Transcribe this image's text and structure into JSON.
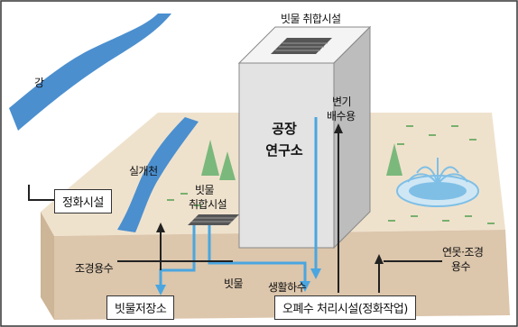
{
  "labels": {
    "rain_collection_top": "빗물 취합시설",
    "river": "강",
    "factory": "공장",
    "research": "연구소",
    "toilet_flush_line1": "변기",
    "toilet_flush_line2": "배수용",
    "stream": "실개천",
    "rain_collection_ground_line1": "빗물",
    "rain_collection_ground_line2": "취합시설",
    "landscaping_water": "조경용수",
    "rainwater": "빗물",
    "domestic_sewage": "생활하수",
    "pond_landscape_line1": "연못·조경",
    "pond_landscape_line2": "용수"
  },
  "boxes": {
    "purification": "정화시설",
    "rain_storage": "빗물저장소",
    "wastewater_plant": "오폐수 처리시설(정화작업)"
  },
  "colors": {
    "river": "#4b8fcf",
    "pipe": "#4aa6e0",
    "ground_top": "#eedfc9",
    "ground_front": "#dcc6ac",
    "building": "#e6e6e6",
    "tree": "#7bb87b",
    "pond": "#7fbfe6"
  }
}
